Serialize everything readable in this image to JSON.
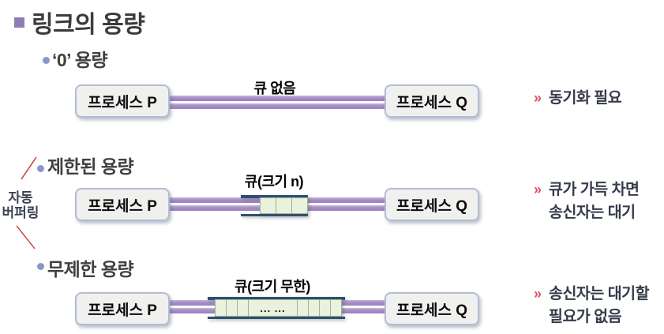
{
  "title": "링크의 용량",
  "side_label": {
    "line1": "자동",
    "line2": "버퍼링"
  },
  "colors": {
    "title_bullet_purple": "#8f7cb5",
    "item_bullet_blue": "#8a96c8",
    "link_line_purple": "#a58dc5",
    "queue_rail_blue": "#2f4e72",
    "queue_cell_green": "#e8f2dd",
    "note_marker_red": "#e0506a",
    "connector_line_red": "#c9302c"
  },
  "sections": [
    {
      "heading": "‘0’ 용량",
      "queue_label": "큐 없음",
      "process_left": "프로세스 P",
      "process_right": "프로세스 Q",
      "note_marker": "»",
      "note_line1": "동기화 필요"
    },
    {
      "heading": "제한된 용량",
      "queue_label": "큐(크기 n)",
      "process_left": "프로세스 P",
      "process_right": "프로세스 Q",
      "note_marker": "»",
      "note_line1": "큐가 가득 차면",
      "note_line2": "송신자는 대기"
    },
    {
      "heading": "무제한 용량",
      "queue_label": "큐(크기 무한)",
      "queue_dots": "... ...",
      "process_left": "프로세스 P",
      "process_right": "프로세스 Q",
      "note_marker": "»",
      "note_line1": "송신자는 대기할",
      "note_line2": "필요가 없음"
    }
  ]
}
